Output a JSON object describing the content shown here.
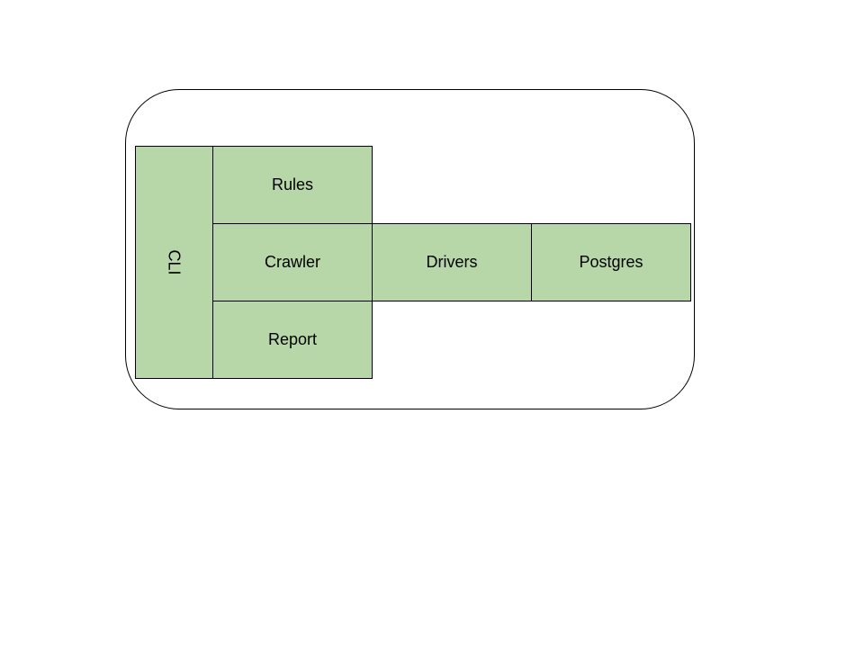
{
  "diagram": {
    "fill_color": "#b7d7a8",
    "border_color": "#000000",
    "blocks": {
      "cli": "CLI",
      "rules": "Rules",
      "crawler": "Crawler",
      "report": "Report",
      "drivers": "Drivers",
      "postgres": "Postgres"
    }
  }
}
